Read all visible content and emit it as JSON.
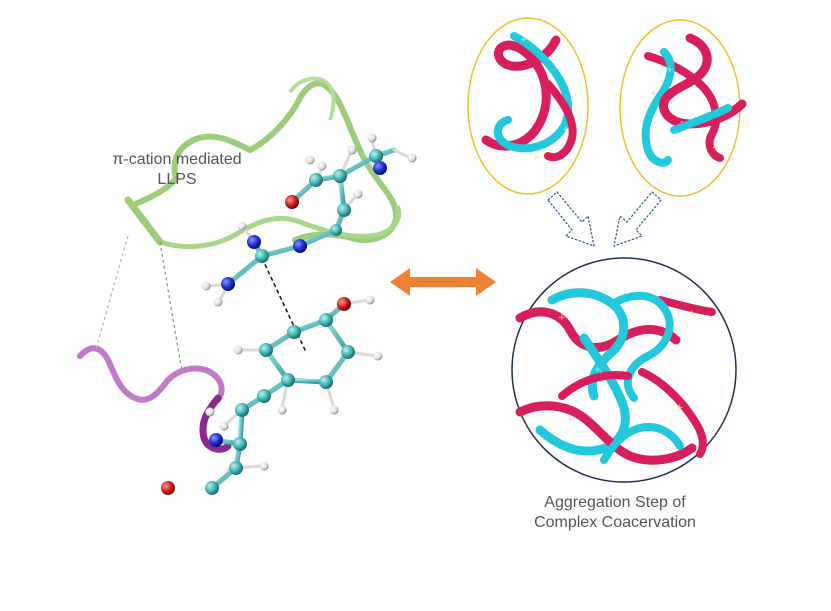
{
  "labels": {
    "mechanism_line1": "π-cation mediated",
    "mechanism_line2": "LLPS",
    "aggregation_line1": "Aggregation Step of",
    "aggregation_line2": "Complex Coacervation"
  },
  "colors": {
    "ribbon_green": "#9ccc7c",
    "ribbon_purple": "#c07ac8",
    "ribbon_dark_purple": "#8a2a8e",
    "ribbon_red": "#d81e5b",
    "ribbon_cyan": "#22c8dc",
    "carbon_atom": "#3fb3b3",
    "nitrogen_atom": "#1f2ed6",
    "oxygen_atom": "#d41a1a",
    "hydrogen_atom": "#e6e6e6",
    "double_arrow": "#f08233",
    "hollow_arrow": "#2f5597",
    "oval_border": "#f0c030",
    "circle_border": "#1f2d5c"
  },
  "icons": [
    "double-arrow-icon",
    "hollow-down-arrow-icon"
  ],
  "charge_marks": [
    "+",
    "-"
  ]
}
